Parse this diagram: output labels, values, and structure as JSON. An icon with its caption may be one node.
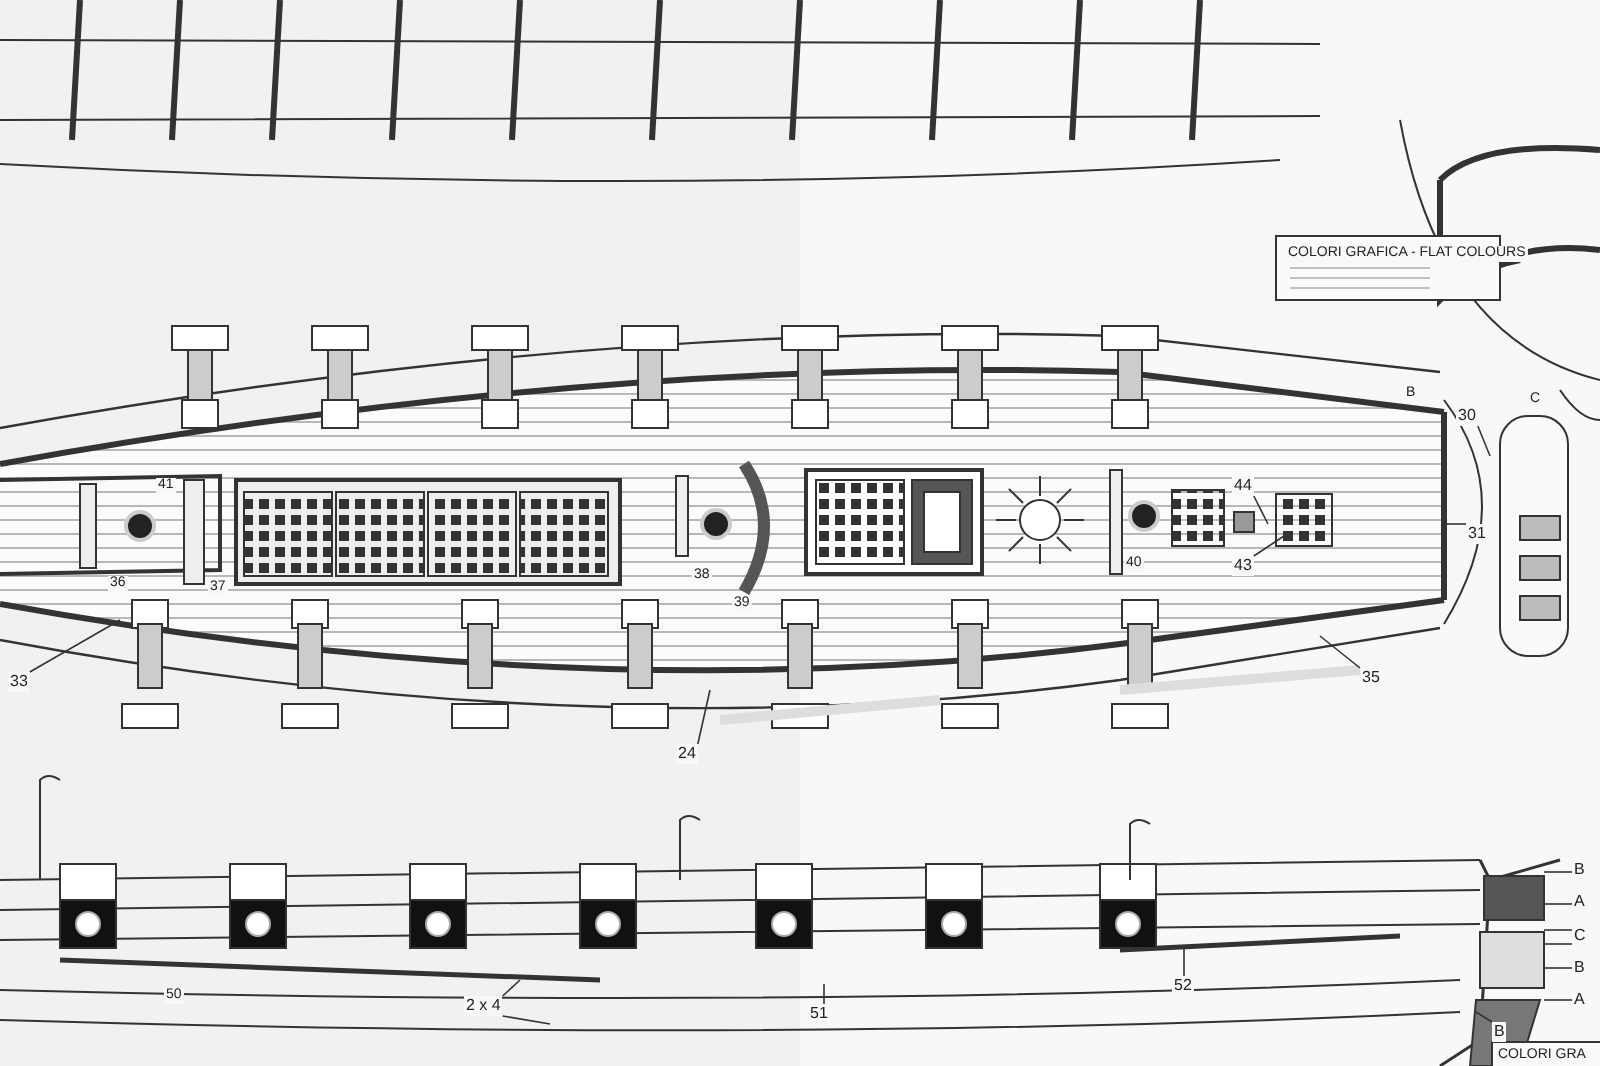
{
  "diagram": {
    "nodes": [
      {
        "text": [
          "33"
        ]
      },
      {
        "text": [
          "24"
        ]
      },
      {
        "text": [
          "35"
        ]
      },
      {
        "text": [
          "44"
        ]
      },
      {
        "text": [
          "43"
        ]
      },
      {
        "text": [
          "31"
        ]
      },
      {
        "text": [
          "30"
        ]
      },
      {
        "text": [
          "2 x 4"
        ]
      },
      {
        "text": [
          "51"
        ]
      },
      {
        "text": [
          "52"
        ]
      },
      {
        "text": [
          "B"
        ]
      },
      {
        "text": [
          "A"
        ]
      },
      {
        "text": [
          "C"
        ]
      },
      {
        "text": [
          "B"
        ]
      },
      {
        "text": [
          "A"
        ]
      },
      {
        "text": [
          "B"
        ]
      }
    ],
    "edges": [
      {
        "from": 0,
        "to": null,
        "arrow": "none"
      },
      {
        "from": 1,
        "to": null,
        "arrow": "none"
      },
      {
        "from": 2,
        "to": null,
        "arrow": "none"
      },
      {
        "from": 3,
        "to": null,
        "arrow": "none"
      },
      {
        "from": 4,
        "to": null,
        "arrow": "none"
      },
      {
        "from": 5,
        "to": null,
        "arrow": "none"
      },
      {
        "from": 6,
        "to": null,
        "arrow": "none"
      },
      {
        "from": 7,
        "to": null,
        "arrow": "none"
      },
      {
        "from": 7,
        "to": null,
        "arrow": "none"
      },
      {
        "from": 8,
        "to": null,
        "arrow": "none"
      },
      {
        "from": 9,
        "to": null,
        "arrow": "none"
      },
      {
        "from": 10,
        "to": null,
        "arrow": "none"
      },
      {
        "from": 11,
        "to": null,
        "arrow": "none"
      },
      {
        "from": 12,
        "to": null,
        "arrow": "none"
      },
      {
        "from": 12,
        "to": null,
        "arrow": "none"
      },
      {
        "from": 13,
        "to": null,
        "arrow": "none"
      },
      {
        "from": 14,
        "to": null,
        "arrow": "none"
      },
      {
        "from": 15,
        "to": null,
        "arrow": "none"
      }
    ],
    "labels": [
      "COLORI GRAFICA - FLAT COLOURS",
      "B",
      "C",
      "41",
      "36",
      "37",
      "38",
      "39",
      "40",
      "50",
      "COLORI GRA"
    ]
  }
}
